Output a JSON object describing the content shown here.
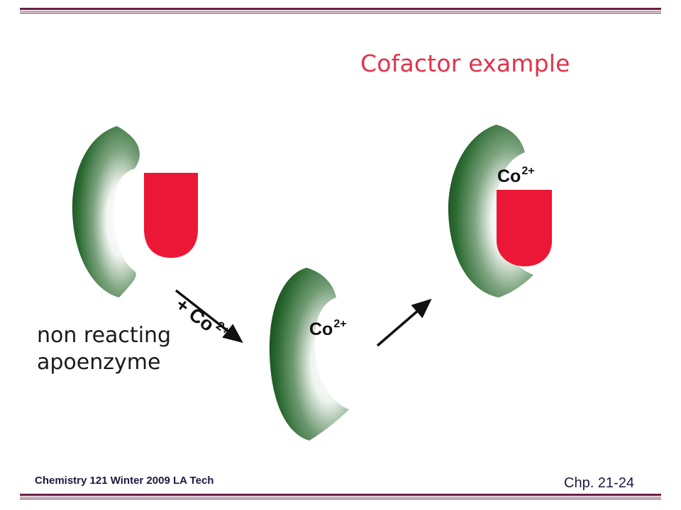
{
  "title": "Cofactor example",
  "apoenzyme_label": {
    "line1": "non reacting",
    "line2": "apoenzyme"
  },
  "reagent": {
    "text": "+ Co",
    "charge": "2+"
  },
  "cofactor_mid": {
    "symbol": "Co",
    "charge": "2+"
  },
  "cofactor_bound": {
    "symbol": "Co",
    "charge": "2+"
  },
  "footer": {
    "course": "Chemistry 121 Winter 2009 LA Tech",
    "slide": "Chp. 21-24"
  },
  "colors": {
    "title": "#e2324a",
    "enzyme_dark": "#1f5a25",
    "substrate": "#ec1636",
    "rule": "#6b1f45"
  }
}
